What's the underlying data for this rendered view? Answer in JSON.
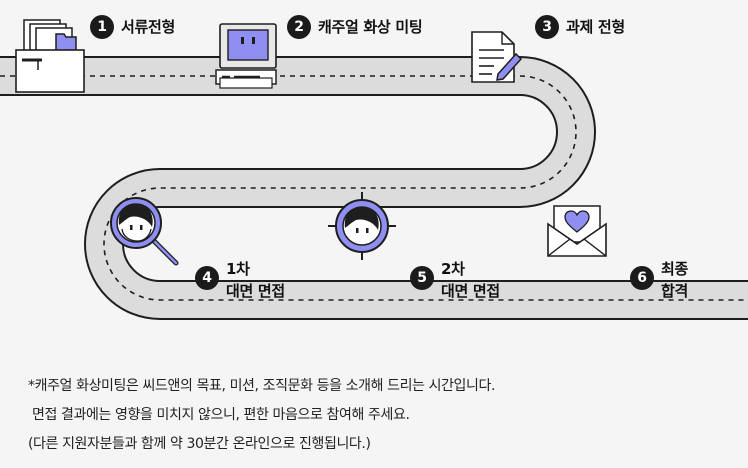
{
  "steps": [
    {
      "num": "1",
      "label": "서류전형"
    },
    {
      "num": "2",
      "label": "캐주얼 화상 미팅"
    },
    {
      "num": "3",
      "label": "과제 전형"
    },
    {
      "num": "4",
      "label_line1": "1차",
      "label_line2": "대면 면접"
    },
    {
      "num": "5",
      "label_line1": "2차",
      "label_line2": "대면 면접"
    },
    {
      "num": "6",
      "label_line1": "최종",
      "label_line2": "합격"
    }
  ],
  "note": {
    "line1": "*캐주얼 화상미팅은 씨드앤의 목표, 미션, 조직문화 등을 소개해 드리는 시간입니다.",
    "line2": " 면접 결과에는 영향을 미치지 않으니, 편한 마음으로 참여해 주세요.",
    "line3": "(다른 지원자분들과 함께 약 30분간 온라인으로 진행됩니다.)"
  },
  "colors": {
    "background": "#f5f5f5",
    "road": "#dcdcdc",
    "road_outline": "#1e1e1e",
    "accent_purple": "#8f8ff2",
    "badge": "#1b1b1b"
  },
  "icons": [
    "paper-tray-icon",
    "computer-icon",
    "document-pen-icon",
    "magnifier-face-icon",
    "crosshair-face-icon",
    "heart-envelope-icon"
  ]
}
